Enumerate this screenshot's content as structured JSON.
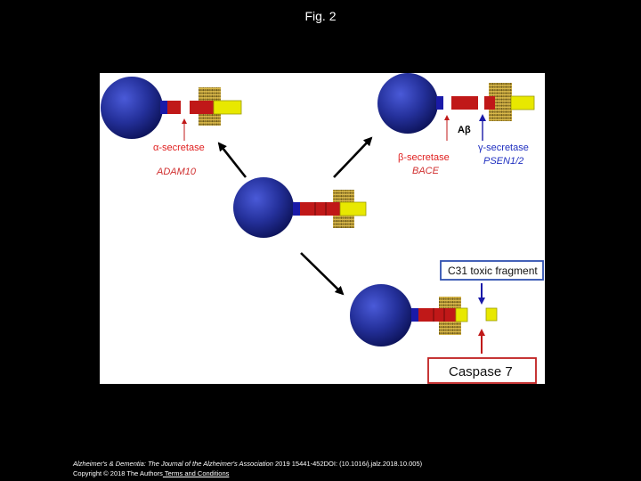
{
  "header": {
    "title": "Fig. 2"
  },
  "diagram": {
    "labels": {
      "alpha_secretase": "α-secretase",
      "adam10": "ADAM10",
      "beta_secretase": "β-secretase",
      "bace": "BACE",
      "abeta": "Aβ",
      "gamma_secretase": "γ-secretase",
      "psen": "PSEN1/2",
      "c31": "C31 toxic fragment",
      "caspase": "Caspase 7"
    },
    "colors": {
      "cell": "#1c2580",
      "membrane": "#c8a020",
      "blue_segment": "#1a1aa8",
      "red_segment": "#c01818",
      "yellow_segment": "#e8e800",
      "enzyme_label": "#e02020",
      "enzyme_name": "#d03030",
      "gamma_label": "#2030c0",
      "c31_border": "#3050b0",
      "caspase_border": "#c02020"
    },
    "icons": [
      "cell-icon",
      "membrane-icon",
      "arrow-icon"
    ]
  },
  "footer": {
    "citation_journal": "Alzheimer's & Dementia: The Journal of the Alzheimer's Association",
    "citation_rest": " 2019 15441-452DOI: (10.1016/j.jalz.2018.10.005)",
    "copyright": "Copyright © 2018 The Authors",
    "terms_link": " Terms and Conditions"
  }
}
